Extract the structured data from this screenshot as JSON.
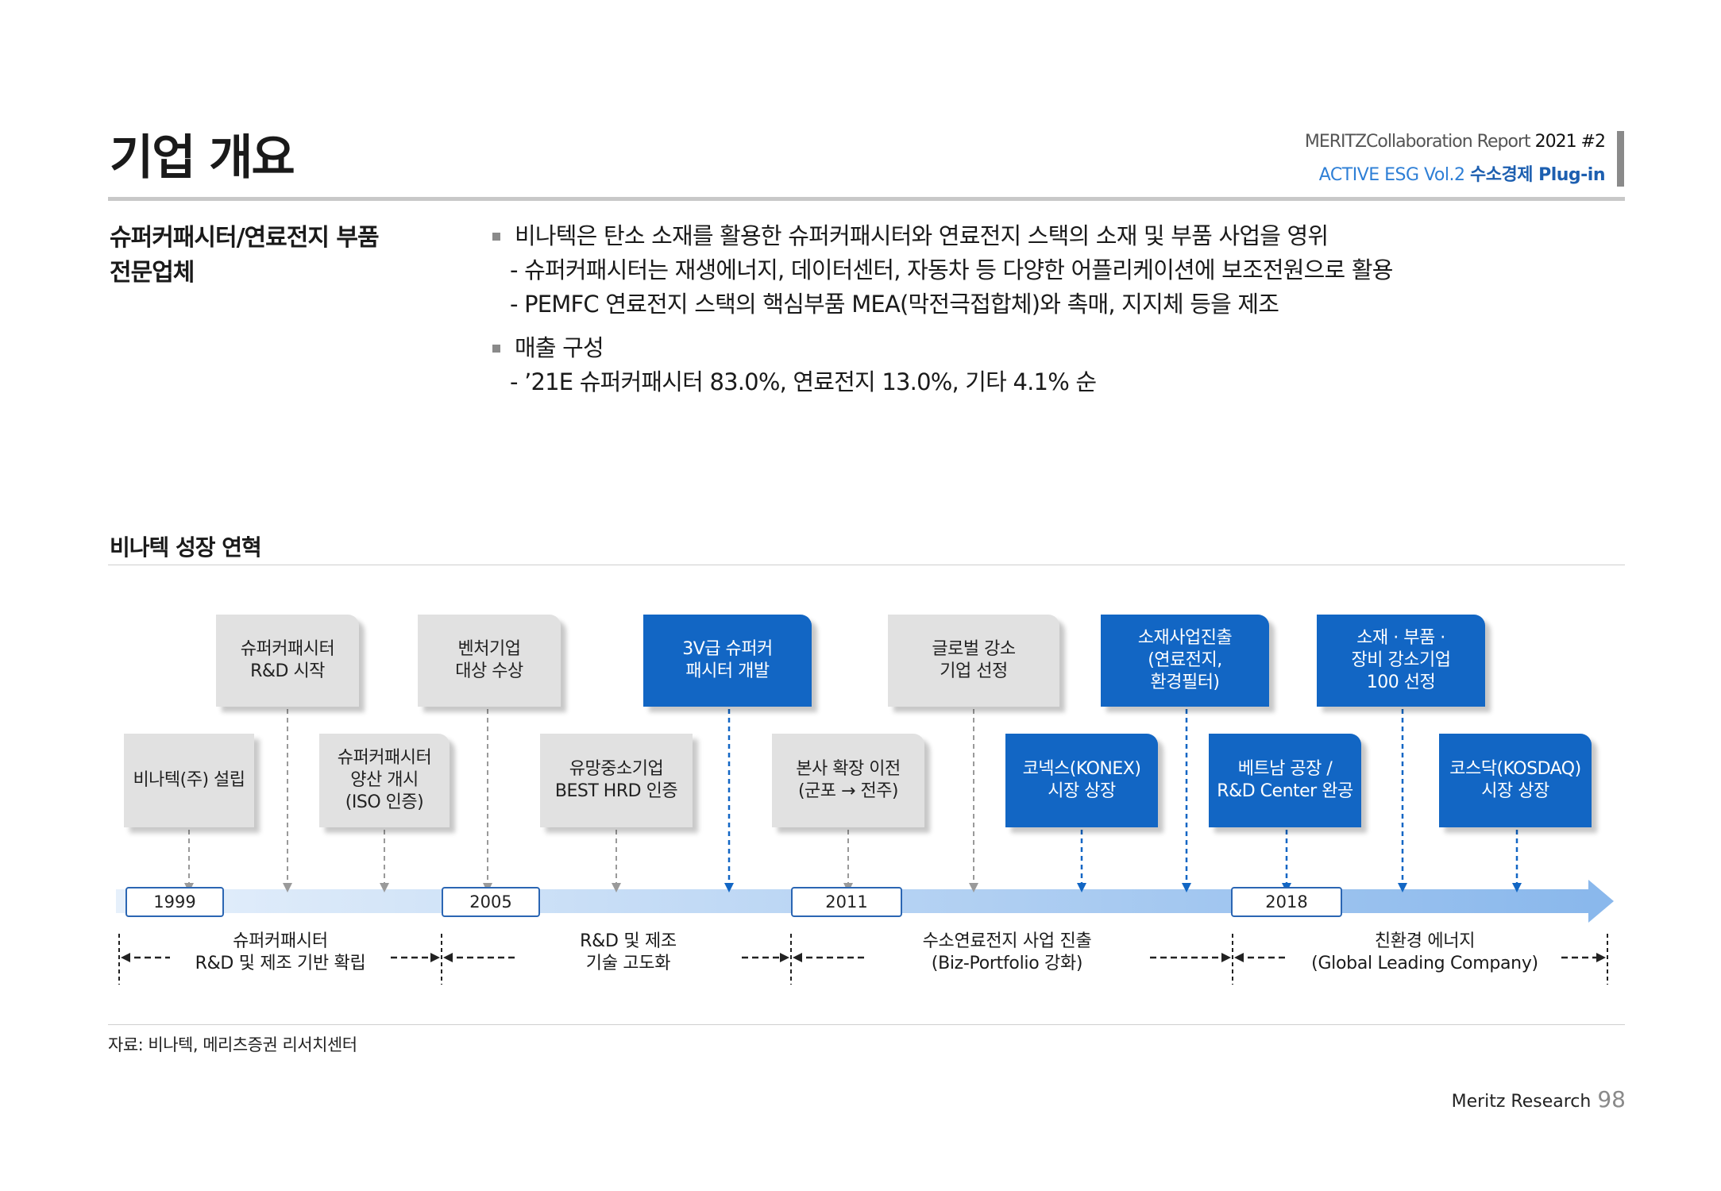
{
  "header": {
    "title": "기업 개요",
    "report_brand": "MERITZ",
    "report_name": "Collaboration Report",
    "report_issue": "2021 #2",
    "series": "ACTIVE ESG Vol.2",
    "series_topic": "수소경제 Plug-in"
  },
  "overview": {
    "heading_line1": "슈퍼커패시터/연료전지 부품",
    "heading_line2": "전문업체",
    "bullet1": "비나텍은 탄소 소재를 활용한 슈퍼커패시터와 연료전지 스택의 소재 및 부품 사업을 영위",
    "bullet1_sub1": "- 슈퍼커패시터는 재생에너지, 데이터센터, 자동차 등 다양한 어플리케이션에 보조전원으로 활용",
    "bullet1_sub2": "- PEMFC 연료전지 스택의 핵심부품 MEA(막전극접합체)와 촉매, 지지체 등을 제조",
    "bullet2": "매출 구성",
    "bullet2_sub1": "- ’21E 슈퍼커패시터 83.0%, 연료전지 13.0%, 기타 4.1% 순"
  },
  "timeline": {
    "title": "비나텍 성장 연혁",
    "years": [
      "1999",
      "2005",
      "2011",
      "2018"
    ],
    "events_top": [
      "슈퍼커패시터\nR&D 시작",
      "벤처기업\n대상 수상",
      "3V급 슈퍼커\n패시터 개발",
      "글로벌 강소\n기업 선정",
      "소재사업진출\n(연료전지,\n환경필터)",
      "소재 · 부품 ·\n장비 강소기업\n100 선정"
    ],
    "events_bottom": [
      "비나텍(주) 설립",
      "슈퍼커패시터\n양산 개시\n(ISO 인증)",
      "유망중소기업\nBEST HRD 인증",
      "본사 확장 이전\n(군포 → 전주)",
      "코넥스(KONEX)\n시장 상장",
      "베트남 공장 /\nR&D Center 완공",
      "코스닥(KOSDAQ)\n시장 상장"
    ],
    "phases": [
      "슈퍼커패시터\nR&D 및 제조 기반 확립",
      "R&D 및 제조\n기술 고도화",
      "수소연료전지 사업 진출\n(Biz-Portfolio 강화)",
      "친환경 에너지\n(Global Leading Company)"
    ],
    "colors": {
      "highlight": "#1266c4",
      "normal": "#e1e1e1",
      "arrow": "#8ab8ec"
    }
  },
  "source": "자료: 비나텍, 메리츠증권 리서치센터",
  "footer": {
    "label": "Meritz Research",
    "page": "98"
  }
}
